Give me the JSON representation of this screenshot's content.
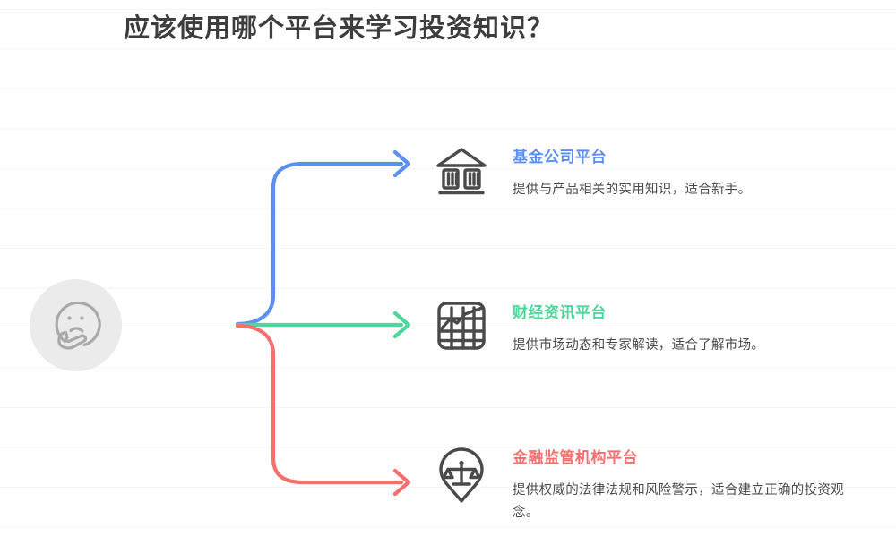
{
  "title": "应该使用哪个平台来学习投资知识？",
  "root": {
    "icon": "thinking-face-icon",
    "label": ""
  },
  "colors": {
    "blue": "#5b8ff0",
    "green": "#4ed69b",
    "red": "#f4706f",
    "title": "#3d3d3d",
    "description": "#4a4a4a",
    "root_bg": "#ebebeb",
    "root_stroke": "#a9a9a9",
    "icon_stroke": "#4a4a4a",
    "rule_line": "#f3f4f5",
    "background": "#ffffff"
  },
  "branches": [
    {
      "heading": "基金公司平台",
      "description": "提供与产品相关的实用知识，适合新手。",
      "icon": "bank-building-icon",
      "color": "#5b8ff0"
    },
    {
      "heading": "财经资讯平台",
      "description": "提供市场动态和专家解读，适合了解市场。",
      "icon": "chart-grid-icon",
      "color": "#4ed69b"
    },
    {
      "heading": "金融监管机构平台",
      "description": "提供权威的法律法规和风险警示，适合建立正确的投资观念。",
      "icon": "justice-scale-pin-icon",
      "color": "#f4706f"
    }
  ]
}
